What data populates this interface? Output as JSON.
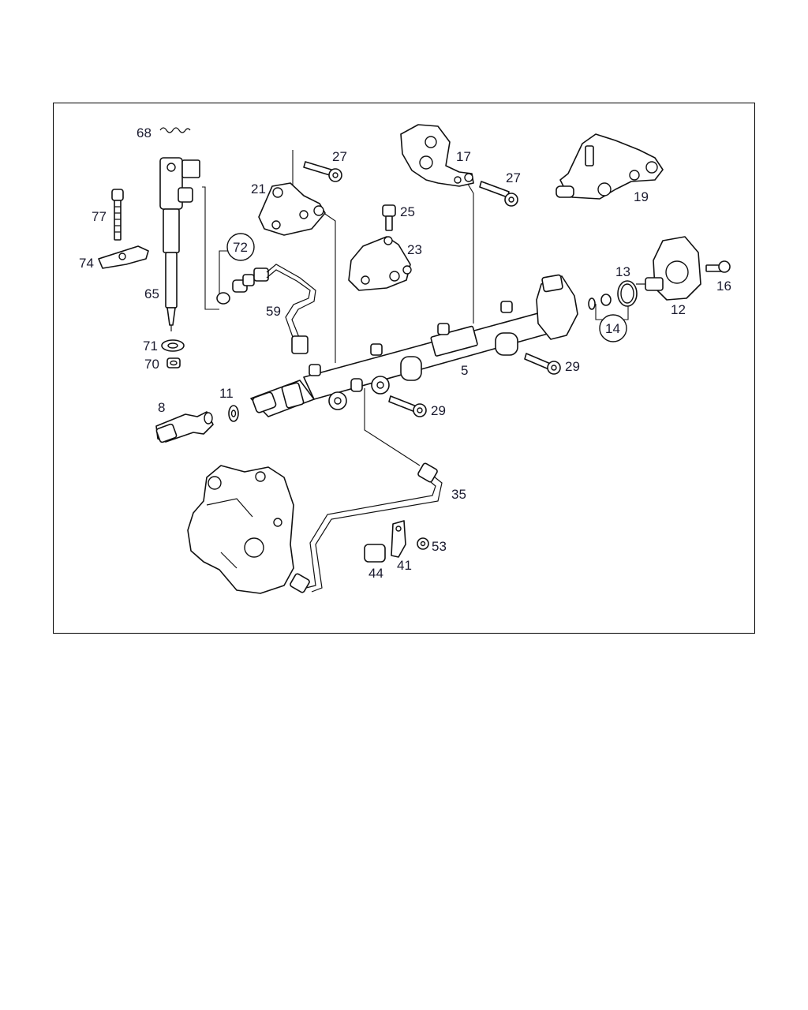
{
  "diagram": {
    "labels": {
      "p68": "68",
      "p27a": "27",
      "p17": "17",
      "p27b": "27",
      "p21": "21",
      "p25": "25",
      "p19": "19",
      "p77": "77",
      "p23": "23",
      "p72": "72",
      "p74": "74",
      "p13": "13",
      "p16": "16",
      "p65": "65",
      "p59": "59",
      "p12": "12",
      "p14": "14",
      "p71": "71",
      "p29a": "29",
      "p70": "70",
      "p5": "5",
      "p11": "11",
      "p8": "8",
      "p29b": "29",
      "p35": "35",
      "p53": "53",
      "p41": "41",
      "p44": "44"
    }
  }
}
